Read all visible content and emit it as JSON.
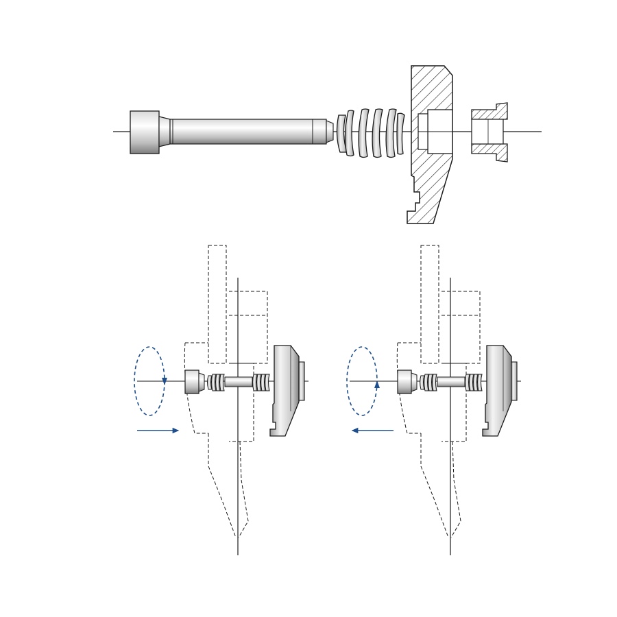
{
  "diagram": {
    "exploded_view": {
      "parts": [
        "socket-head-screw",
        "compression-spring",
        "clamp-jaw",
        "threaded-bushing"
      ]
    },
    "assembly_views": [
      {
        "rotation": "clockwise",
        "motion": "right"
      },
      {
        "rotation": "counter-clockwise",
        "motion": "left"
      }
    ],
    "colors": {
      "outline": "#1a1a1a",
      "hatch": "#2b2b2b",
      "metal_light": "#f2f2f2",
      "metal_mid": "#c8c8c8",
      "metal_dark": "#8a8a8a",
      "arrow": "#1f4e8c"
    }
  }
}
